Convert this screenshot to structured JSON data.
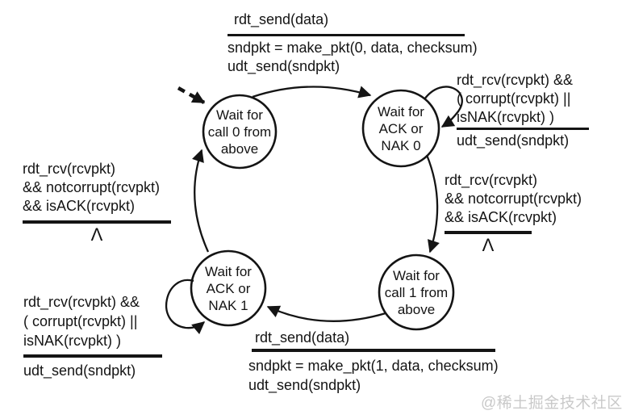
{
  "states": [
    {
      "id": "wait-call-0",
      "lines": [
        "Wait for",
        "call 0 from",
        "above"
      ]
    },
    {
      "id": "wait-acknak-0",
      "lines": [
        "Wait for",
        "ACK or",
        "NAK 0"
      ]
    },
    {
      "id": "wait-acknak-1",
      "lines": [
        "Wait for",
        "ACK or",
        "NAK 1"
      ]
    },
    {
      "id": "wait-call-1",
      "lines": [
        "Wait for",
        "call 1 from",
        "above"
      ]
    }
  ],
  "transitions": {
    "top": {
      "condition": "rdt_send(data)",
      "action1": "sndpkt = make_pkt(0, data, checksum)",
      "action2": "udt_send(sndpkt)"
    },
    "top_right_loop": {
      "cond1": "rdt_rcv(rcvpkt) &&",
      "cond2": "( corrupt(rcvpkt) ||",
      "cond3": "isNAK(rcvpkt) )",
      "action": "udt_send(sndpkt)"
    },
    "right": {
      "cond1": "rdt_rcv(rcvpkt)",
      "cond2": "&& notcorrupt(rcvpkt)",
      "cond3": "&& isACK(rcvpkt)",
      "action": "Λ"
    },
    "left": {
      "cond1": "rdt_rcv(rcvpkt)",
      "cond2": "&& notcorrupt(rcvpkt)",
      "cond3": "&& isACK(rcvpkt)",
      "action": "Λ"
    },
    "bottom_left_loop": {
      "cond1": "rdt_rcv(rcvpkt) &&",
      "cond2": "( corrupt(rcvpkt) ||",
      "cond3": "isNAK(rcvpkt) )",
      "action": "udt_send(sndpkt)"
    },
    "bottom": {
      "condition": "rdt_send(data)",
      "action1": "sndpkt = make_pkt(1, data, checksum)",
      "action2": "udt_send(sndpkt)"
    }
  },
  "watermark": {
    "text": "@稀土掘金技术社区"
  },
  "colors": {
    "ink": "#141414",
    "background": "#ffffff",
    "watermark": "#c9c9c9"
  }
}
